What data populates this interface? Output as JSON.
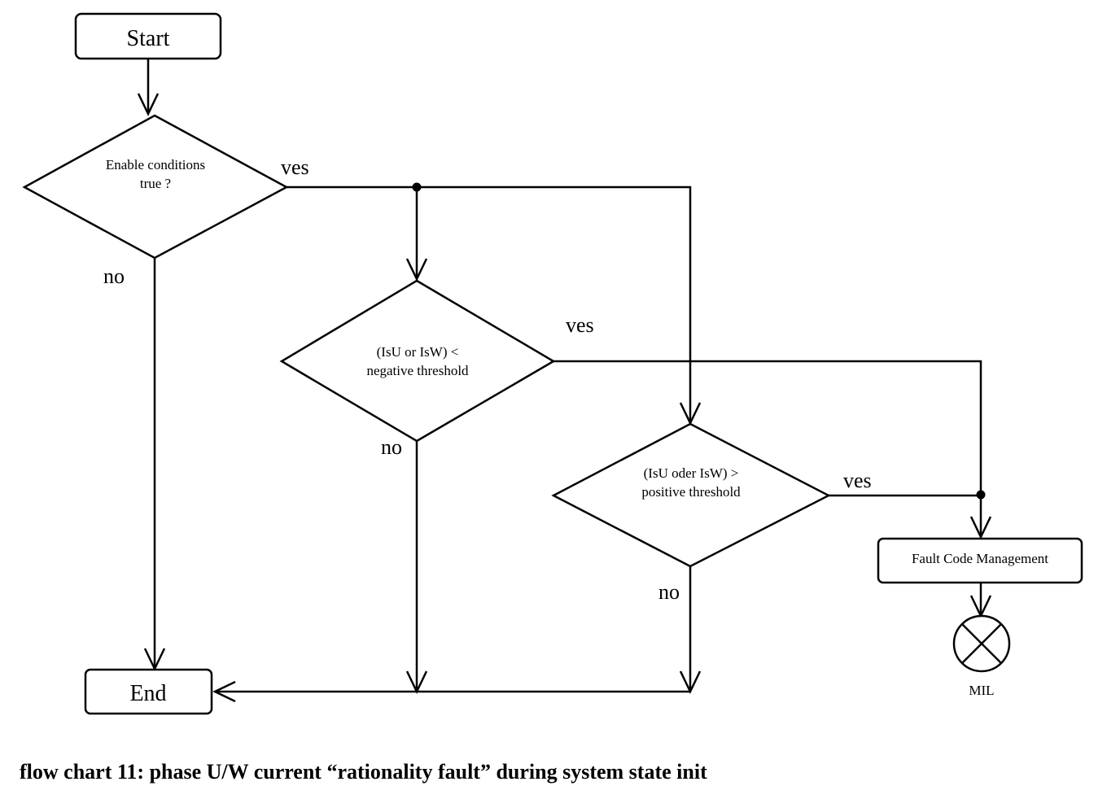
{
  "nodes": {
    "start": "Start",
    "end": "End",
    "enable": [
      "Enable conditions",
      "true ?"
    ],
    "negative": [
      "(IsU or IsW) <",
      "negative threshold"
    ],
    "positive": [
      "(IsU oder IsW) >",
      "positive threshold"
    ],
    "fault": "Fault Code Management",
    "mil": "MIL"
  },
  "labels": {
    "yes1": "ves",
    "no1": "no",
    "yes2": "ves",
    "no2": "no",
    "yes3": "ves",
    "no3": "no"
  },
  "caption": "flow chart 11: phase U/W current “rationality fault” during system state init"
}
